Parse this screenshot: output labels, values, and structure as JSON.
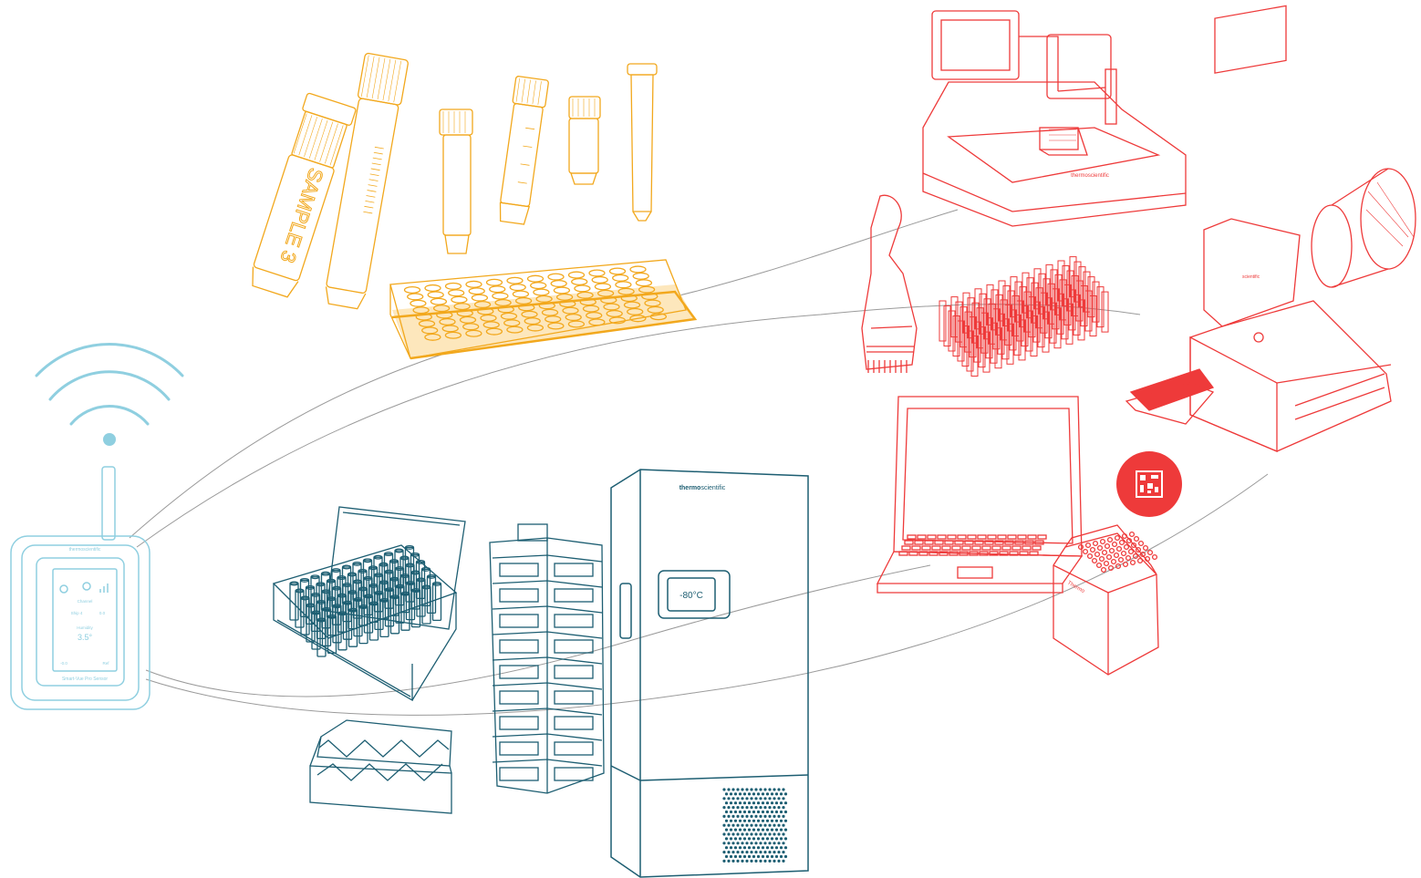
{
  "colors": {
    "amber": "#f2a81d",
    "red": "#ee3a3a",
    "teal": "#1d5e72",
    "sky": "#8fcfe0",
    "connector": "#9a9a9a"
  },
  "sample": {
    "tube_label": "SAMPLE 3"
  },
  "monitor": {
    "brand": "thermoscientific",
    "reading_1_label": "Channel",
    "reading_1_sub": "Ship 4",
    "reading_1_value": "0.0",
    "reading_2_label": "Humidity",
    "reading_2_value": "3.5°",
    "footer_left": "-0.0",
    "footer_right": "Ref",
    "product_name": "Smart-Vue Pro Sensor"
  },
  "freezer": {
    "brand_bold": "thermo",
    "brand_light": "scientific",
    "display_temp": "-80°C"
  },
  "workstation": {
    "brand": "thermoscientific"
  },
  "scanner": {
    "brand": "scientific"
  },
  "decapper": {
    "brand": "Thermo"
  },
  "icons": [
    "wifi-icon",
    "barcode-icon"
  ]
}
